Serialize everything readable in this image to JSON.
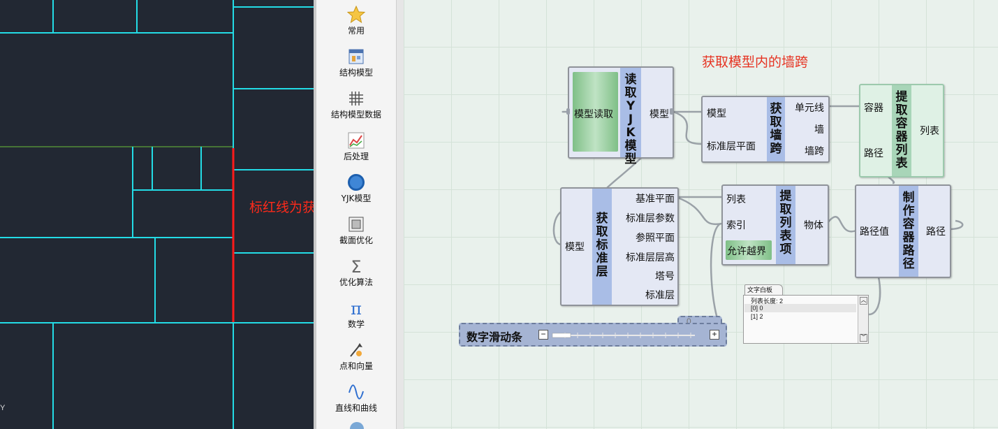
{
  "cad": {
    "annotation": "标红线为获取到的墙跨",
    "axis_letter": "Y"
  },
  "toolbar": {
    "items": [
      {
        "label": "常用",
        "icon": "star-icon"
      },
      {
        "label": "结构模型",
        "icon": "building-model-icon"
      },
      {
        "label": "结构模型数据",
        "icon": "grid-data-icon"
      },
      {
        "label": "后处理",
        "icon": "chart-post-icon"
      },
      {
        "label": "YJK模型",
        "icon": "yjk-logo-icon"
      },
      {
        "label": "截面优化",
        "icon": "section-optimize-icon"
      },
      {
        "label": "优化算法",
        "icon": "sigma-icon"
      },
      {
        "label": "数学",
        "icon": "pi-icon"
      },
      {
        "label": "点和向量",
        "icon": "point-vector-icon"
      },
      {
        "label": "直线和曲线",
        "icon": "curve-icon"
      }
    ]
  },
  "canvas": {
    "title": "获取模型内的墙跨",
    "components": {
      "read_yjk": {
        "title": "读取YJK模型",
        "input_label": "模型读取",
        "output": "模型"
      },
      "get_wall_span": {
        "title": "获取墙跨",
        "inputs": [
          "模型",
          "标准层平面"
        ],
        "outputs": [
          "单元线",
          "墙",
          "墙跨"
        ]
      },
      "extract_container_list": {
        "title": "提取容器列表",
        "inputs": [
          "容器",
          "路径"
        ],
        "outputs": [
          "列表"
        ]
      },
      "get_std_floor": {
        "title": "获取标准层",
        "inputs": [
          "模型"
        ],
        "outputs": [
          "基准平面",
          "标准层参数",
          "参照平面",
          "标准层层高",
          "塔号",
          "标准层"
        ]
      },
      "extract_list_item": {
        "title": "提取列表项",
        "inputs": [
          "列表",
          "索引"
        ],
        "toggle": "允许越界",
        "outputs": [
          "物体"
        ]
      },
      "make_container_path": {
        "title": "制作容器路径",
        "inputs": [
          "路径值"
        ],
        "outputs": [
          "路径"
        ]
      }
    },
    "slider": {
      "label": "数字滑动条",
      "value": 0,
      "minus": "−",
      "plus": "+"
    },
    "panel": {
      "tab": "文字白板",
      "lines": [
        "列表长度: 2",
        "[0] 0",
        "[1] 2"
      ]
    }
  }
}
